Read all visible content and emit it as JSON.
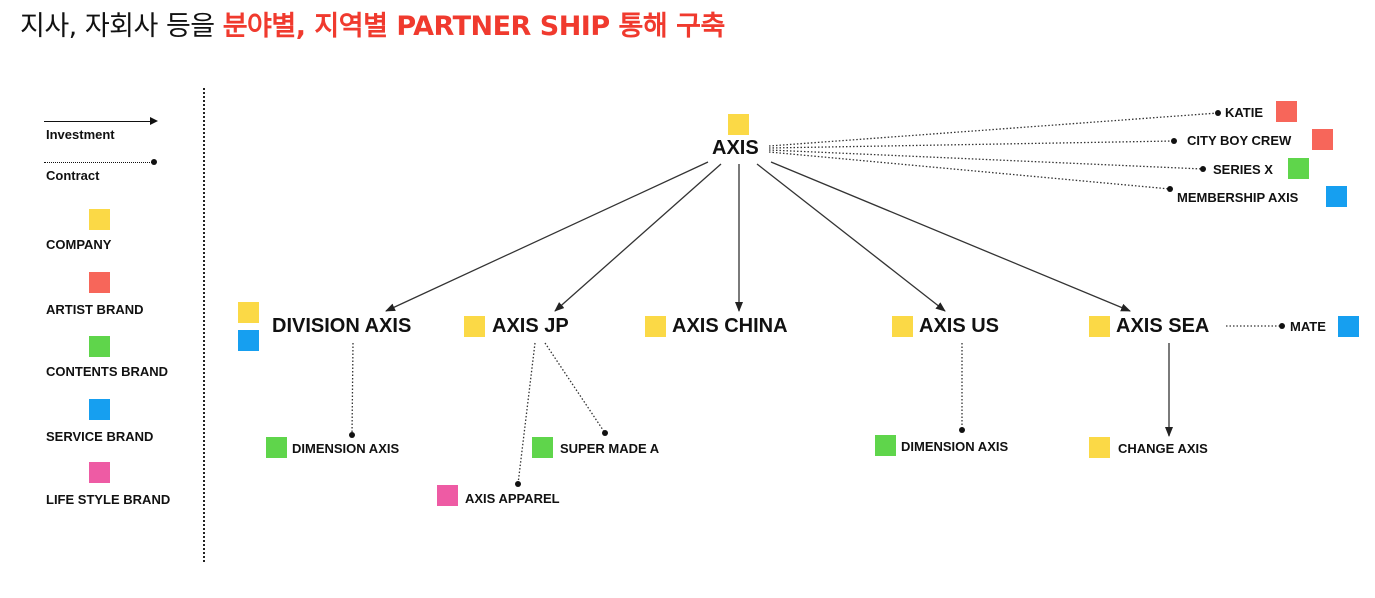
{
  "title": {
    "prefix": "지사, 자회사 등을 ",
    "highlight": "분야별, 지역별 PARTNER SHIP 통해 구축"
  },
  "legend": {
    "investment": "Investment",
    "contract": "Contract",
    "company": "COMPANY",
    "artist_brand": "ARTIST BRAND",
    "contents_brand": "CONTENTS BRAND",
    "service_brand": "SERVICE BRAND",
    "lifestyle_brand": "LIFE STYLE BRAND"
  },
  "colors": {
    "company": "#fbd946",
    "artist_brand": "#f7665a",
    "contents_brand": "#5fd54b",
    "service_brand": "#169ff0",
    "lifestyle_brand": "#ee5ba4",
    "title_highlight": "#f03a2e"
  },
  "nodes": {
    "axis": "AXIS",
    "katie": "KATIE",
    "city_boy_crew": "CITY BOY CREW",
    "series_x": "SERIES X",
    "membership_axis": "MEMBERSHIP AXIS",
    "division_axis": "DIVISION AXIS",
    "axis_jp": "AXIS JP",
    "axis_china": "AXIS CHINA",
    "axis_us": "AXIS US",
    "axis_sea": "AXIS SEA",
    "mate": "MATE",
    "dimension_axis_1": "DIMENSION AXIS",
    "super_made_a": "SUPER MADE A",
    "axis_apparel": "AXIS APPAREL",
    "dimension_axis_2": "DIMENSION AXIS",
    "change_axis": "CHANGE AXIS"
  }
}
